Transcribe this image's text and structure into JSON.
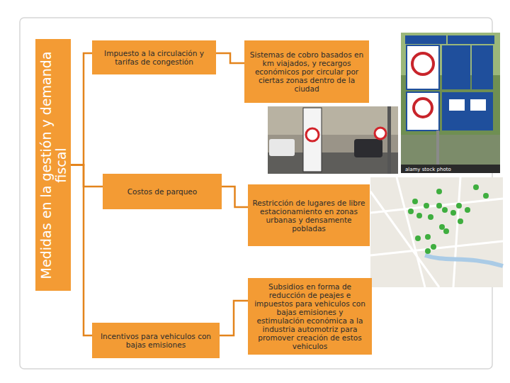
{
  "diagram": {
    "nodes": [
      {
        "text": [
          "Medidas en la gestión y demanda fiscal"
        ]
      },
      {
        "text": [
          "Impuesto a la circulación y tarifas de congestión"
        ]
      },
      {
        "text": [
          "Sistemas de cobro basados en km viajados, y recargos económicos por circular por ciertas zonas dentro de la ciudad"
        ]
      },
      {
        "text": [
          "Costos de parqueo"
        ]
      },
      {
        "text": [
          "Restricción de lugares de libre estacionamiento en zonas urbanas y densamente pobladas"
        ]
      },
      {
        "text": [
          "Incentivos para vehiculos con bajas emisiones"
        ]
      },
      {
        "text": [
          "Subsidios en forma de reducción de peajes e impuestos para vehiculos con bajas emisiones y estimulación económica a la industria automotriz para promover creación de estos vehiculos"
        ]
      }
    ],
    "edges": [
      {
        "from": 0,
        "to": 1,
        "arrow": "none"
      },
      {
        "from": 0,
        "to": 3,
        "arrow": "none"
      },
      {
        "from": 0,
        "to": 5,
        "arrow": "none"
      },
      {
        "from": 1,
        "to": 2,
        "arrow": "none"
      },
      {
        "from": 3,
        "to": 4,
        "arrow": "none"
      },
      {
        "from": 5,
        "to": 6,
        "arrow": "none"
      }
    ],
    "labels": [
      "alamy stock photo"
    ]
  }
}
